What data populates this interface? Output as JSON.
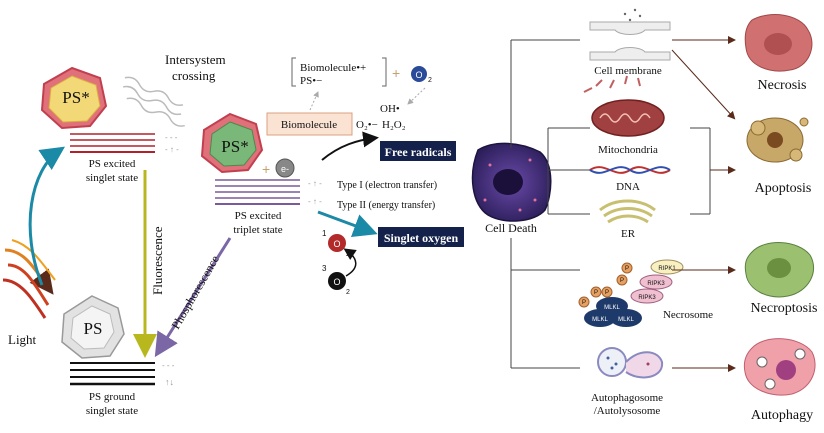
{
  "left": {
    "ps_excited_label": "PS*",
    "ps_triplet_label": "PS*",
    "ps_ground_label": "PS",
    "light": "Light",
    "fluorescence": "Fluorescence",
    "phosphorescence": "Phosphorescence",
    "isc_line1": "Intersystem",
    "isc_line2": "crossing",
    "singlet_excited_1": "PS excited",
    "singlet_excited_2": "singlet state",
    "triplet_1": "PS excited",
    "triplet_2": "triplet state",
    "ground_1": "PS ground",
    "ground_2": "singlet state"
  },
  "middle": {
    "biomolecule_box": "Biomolecule",
    "bracket_top": "Biomolecule•+",
    "bracket_bottom": "PS•−",
    "plus1": "+",
    "plus2": "+",
    "o2_small": "O",
    "o2_sub": "2",
    "oh": "OH•",
    "superoxide": "O₂•−",
    "h2o2": "H₂O₂",
    "electron": "e-",
    "free_radicals": "Free radicals",
    "singlet_oxygen": "Singlet oxygen",
    "type1": "Type I (electron transfer)",
    "type2": "Type II (energy transfer)",
    "o2_singlet_sup": "1",
    "o2_triplet_sup": "3"
  },
  "right": {
    "cell_death": "Cell Death",
    "cell_membrane": "Cell membrane",
    "mitochondria": "Mitochondria",
    "dna": "DNA",
    "er": "ER",
    "necrosome": "Necrosome",
    "ripk1": "RIPK1",
    "ripk3": "RIPK3",
    "mlkl": "MLKL",
    "p": "P",
    "autophagosome_1": "Autophagosome",
    "autophagosome_2": "/Autolysosome",
    "necrosis": "Necrosis",
    "apoptosis": "Apoptosis",
    "necroptosis": "Necroptosis",
    "autophagy": "Autophagy"
  },
  "colors": {
    "teal_arrow": "#1a8aa6",
    "fluorescence_arrow": "#b8b81e",
    "phosphorescence_arrow": "#7b66a6",
    "navy_box": "#14214a",
    "red_levels": "#b3202a",
    "purple_levels": "#7a5a9a",
    "dark_arrow": "#5a2a1a"
  }
}
